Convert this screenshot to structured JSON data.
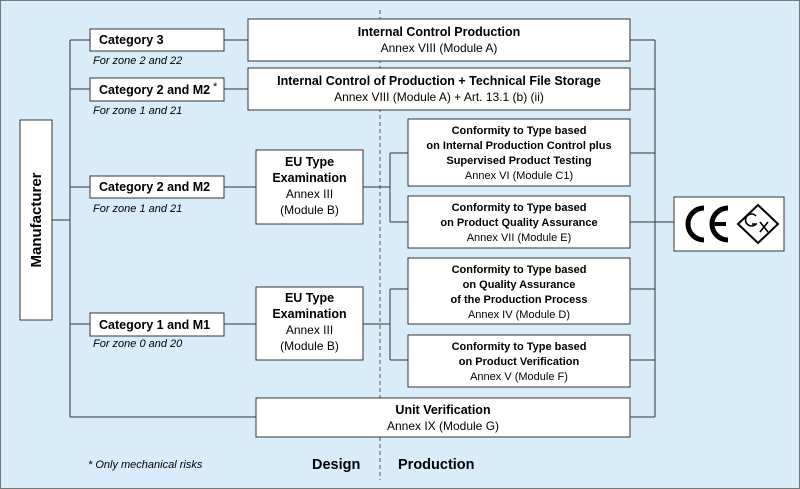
{
  "colors": {
    "background": "#d8ecf9",
    "box_fill": "#ffffff",
    "line": "#333333"
  },
  "manufacturer": "Manufacturer",
  "categories": [
    {
      "label": "Category 3",
      "zone": "For zone 2 and 22"
    },
    {
      "label": "Category 2 and  M2",
      "asterisk": "*",
      "zone": "For zone 1 and 21"
    },
    {
      "label": "Category 2 and  M2",
      "zone": "For zone 1 and 21"
    },
    {
      "label": "Category 1 and  M1",
      "zone": "For zone 0 and 20"
    }
  ],
  "procedures": {
    "internal_control": {
      "title": "Internal Control Production",
      "annex": "Annex VIII (Module A)"
    },
    "internal_control_tech": {
      "title": "Internal Control of Production + Technical File Storage",
      "annex": "Annex VIII (Module A) + Art. 13.1 (b) (ii)"
    },
    "eu_type_1": {
      "line1": "EU Type",
      "line2": "Examination",
      "annex": "Annex  III",
      "module": "(Module B)"
    },
    "eu_type_2": {
      "line1": "EU Type",
      "line2": "Examination",
      "annex": "Annex  III",
      "module": "(Module B)"
    },
    "c1": {
      "line1": "Conformity to Type based",
      "line2": "on Internal Production Control plus",
      "line3": "Supervised Product Testing",
      "annex": "Annex  VI (Module C1)"
    },
    "e": {
      "line1": "Conformity to Type based",
      "line2": "on Product Quality Assurance",
      "annex": "Annex  VII (Module E)"
    },
    "d": {
      "line1": "Conformity to Type based",
      "line2": "on Quality Assurance",
      "line3": "of the Production Process",
      "annex": "Annex  IV (Module D)"
    },
    "f": {
      "line1": "Conformity to Type based",
      "line2": "on Product Verification",
      "annex": "Annex  V (Module F)"
    },
    "unit": {
      "title": "Unit Verification",
      "annex": "Annex IX (Module G)"
    }
  },
  "footer": {
    "note": "* Only mechanical  risks",
    "design": "Design",
    "production": "Production"
  },
  "marks": {
    "ce": "ce-mark-icon",
    "ex": "ex-mark-icon"
  }
}
